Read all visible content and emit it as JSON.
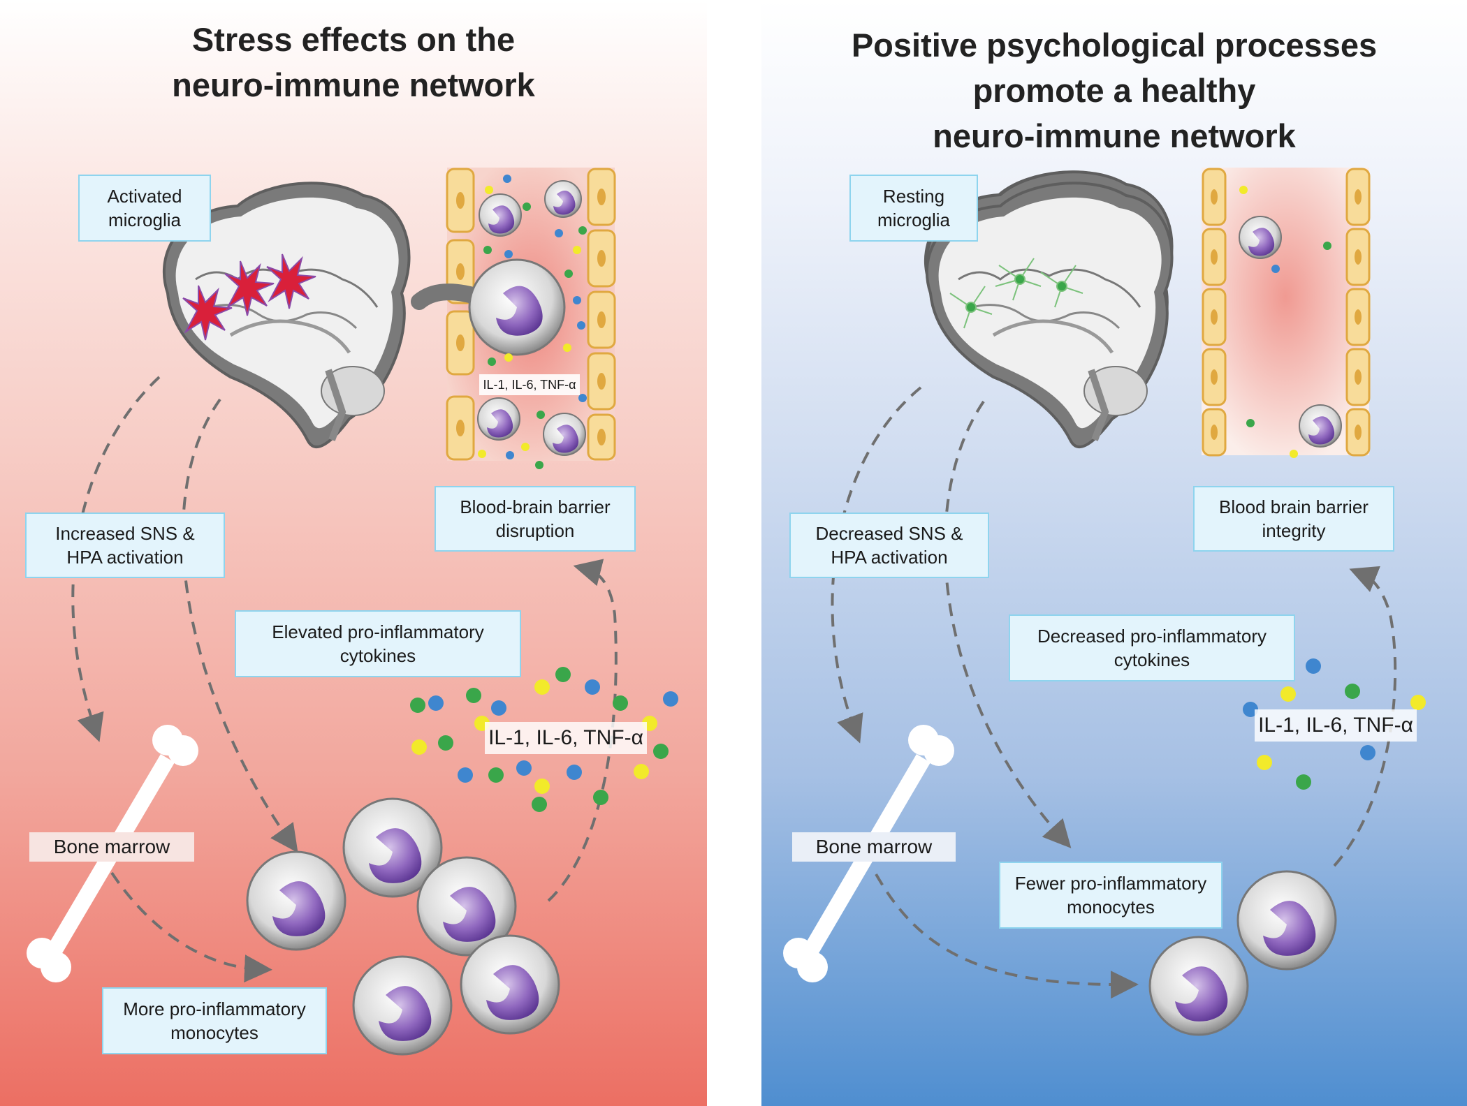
{
  "left": {
    "title": "Stress effects on the\nneuro-immune network",
    "microglia_label": "Activated\nmicroglia",
    "sns_label": "Increased SNS &\nHPA activation",
    "bbb_label": "Blood-brain barrier\ndisruption",
    "cytokine_label": "Elevated pro-inflammatory\ncytokines",
    "cytokine_tag": "IL-1, IL-6, TNF-α",
    "vessel_cytokine_tag": "IL-1, IL-6, TNF-α",
    "bone_label": "Bone marrow",
    "monocyte_label": "More pro-inflammatory\nmonocytes"
  },
  "right": {
    "title": "Positive psychological processes\npromote a healthy\nneuro-immune network",
    "microglia_label": "Resting\nmicroglia",
    "sns_label": "Decreased SNS &\nHPA activation",
    "bbb_label": "Blood brain barrier\nintegrity",
    "cytokine_label": "Decreased pro-inflammatory\ncytokines",
    "cytokine_tag": "IL-1, IL-6, TNF-α",
    "bone_label": "Bone marrow",
    "monocyte_label": "Fewer pro-inflammatory\nmonocytes"
  },
  "colors": {
    "activated_microglia": "#d9203a",
    "resting_microglia": "#7cc27c",
    "monocyte_nucleus": "#8a5cb8",
    "cytokine_blue": "#3f86cf",
    "cytokine_green": "#3aa64a",
    "cytokine_yellow": "#f2ea2a",
    "arrow": "#6f6f6f"
  }
}
